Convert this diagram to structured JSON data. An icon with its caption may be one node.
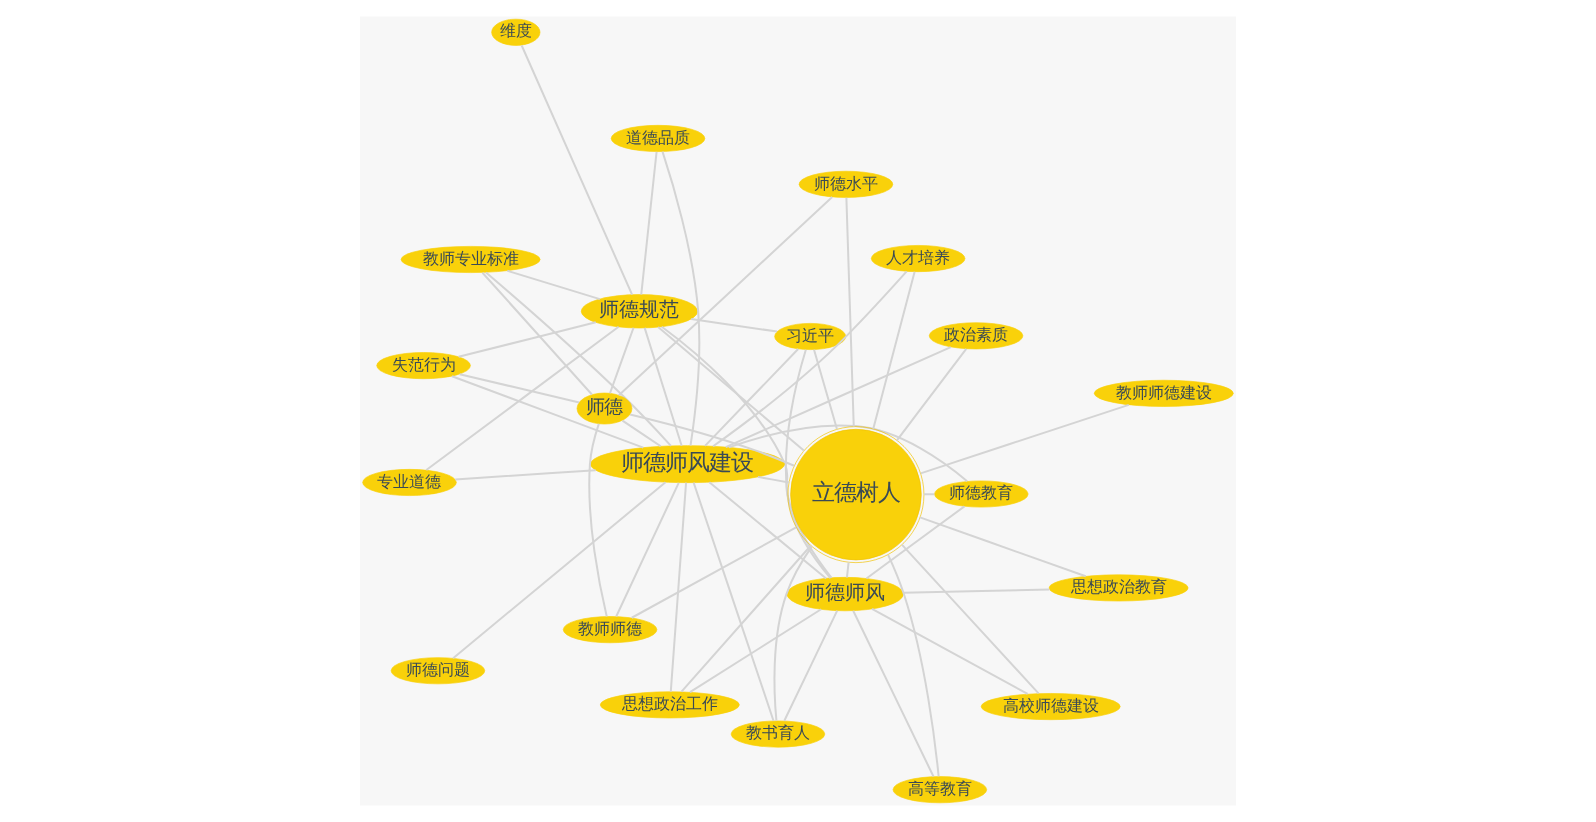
{
  "diagram": {
    "nodes": [
      {
        "text": [
          "师德师风"
        ]
      },
      {
        "text": [
          "师德师风建设"
        ]
      },
      {
        "text": [
          "专业道德"
        ]
      },
      {
        "text": [
          "思想政治工作"
        ]
      },
      {
        "text": [
          "师德教育"
        ]
      },
      {
        "text": [
          "师德问题"
        ]
      },
      {
        "text": [
          "思想政治教育"
        ]
      },
      {
        "text": [
          "教师专业标准"
        ]
      },
      {
        "text": [
          "高等教育"
        ]
      },
      {
        "text": [
          "教书育人"
        ]
      },
      {
        "text": [
          "习近平"
        ]
      },
      {
        "text": [
          "道德品质"
        ]
      },
      {
        "text": [
          "高校师德建设"
        ]
      },
      {
        "text": [
          "人才培养"
        ]
      },
      {
        "text": [
          "政治素质"
        ]
      },
      {
        "text": [
          "维度"
        ]
      },
      {
        "text": [
          "师德规范"
        ]
      },
      {
        "text": [
          "教师师德建设"
        ]
      },
      {
        "text": [
          "师德水平"
        ]
      },
      {
        "text": [
          "失范行为"
        ]
      },
      {
        "text": [
          "师德"
        ]
      },
      {
        "text": [
          "教师师德"
        ]
      },
      {
        "text": [
          "立德树人"
        ]
      }
    ],
    "edges": [
      {
        "from": 22,
        "to": 0,
        "arrow": "none"
      },
      {
        "from": 22,
        "to": 1,
        "arrow": "none"
      },
      {
        "from": 22,
        "to": 3,
        "arrow": "none"
      },
      {
        "from": 22,
        "to": 4,
        "arrow": "none"
      },
      {
        "from": 22,
        "to": 6,
        "arrow": "none"
      },
      {
        "from": 22,
        "to": 8,
        "arrow": "none"
      },
      {
        "from": 22,
        "to": 9,
        "arrow": "none"
      },
      {
        "from": 22,
        "to": 10,
        "arrow": "none"
      },
      {
        "from": 22,
        "to": 12,
        "arrow": "none"
      },
      {
        "from": 22,
        "to": 13,
        "arrow": "none"
      },
      {
        "from": 22,
        "to": 14,
        "arrow": "none"
      },
      {
        "from": 22,
        "to": 16,
        "arrow": "none"
      },
      {
        "from": 22,
        "to": 17,
        "arrow": "none"
      },
      {
        "from": 22,
        "to": 18,
        "arrow": "none"
      },
      {
        "from": 22,
        "to": 20,
        "arrow": "none"
      },
      {
        "from": 22,
        "to": 21,
        "arrow": "none"
      },
      {
        "from": 1,
        "to": 0,
        "arrow": "none"
      },
      {
        "from": 1,
        "to": 2,
        "arrow": "none"
      },
      {
        "from": 1,
        "to": 3,
        "arrow": "none"
      },
      {
        "from": 1,
        "to": 4,
        "arrow": "none"
      },
      {
        "from": 1,
        "to": 5,
        "arrow": "none"
      },
      {
        "from": 1,
        "to": 7,
        "arrow": "none"
      },
      {
        "from": 1,
        "to": 9,
        "arrow": "none"
      },
      {
        "from": 1,
        "to": 10,
        "arrow": "none"
      },
      {
        "from": 1,
        "to": 11,
        "arrow": "none"
      },
      {
        "from": 1,
        "to": 13,
        "arrow": "none"
      },
      {
        "from": 1,
        "to": 14,
        "arrow": "none"
      },
      {
        "from": 1,
        "to": 16,
        "arrow": "none"
      },
      {
        "from": 1,
        "to": 19,
        "arrow": "none"
      },
      {
        "from": 1,
        "to": 20,
        "arrow": "none"
      },
      {
        "from": 1,
        "to": 21,
        "arrow": "none"
      },
      {
        "from": 0,
        "to": 3,
        "arrow": "none"
      },
      {
        "from": 0,
        "to": 4,
        "arrow": "none"
      },
      {
        "from": 0,
        "to": 6,
        "arrow": "none"
      },
      {
        "from": 0,
        "to": 8,
        "arrow": "none"
      },
      {
        "from": 0,
        "to": 9,
        "arrow": "none"
      },
      {
        "from": 0,
        "to": 10,
        "arrow": "none"
      },
      {
        "from": 0,
        "to": 12,
        "arrow": "none"
      },
      {
        "from": 0,
        "to": 16,
        "arrow": "none"
      },
      {
        "from": 16,
        "to": 2,
        "arrow": "none"
      },
      {
        "from": 16,
        "to": 7,
        "arrow": "none"
      },
      {
        "from": 16,
        "to": 10,
        "arrow": "none"
      },
      {
        "from": 16,
        "to": 11,
        "arrow": "none"
      },
      {
        "from": 16,
        "to": 15,
        "arrow": "none"
      },
      {
        "from": 16,
        "to": 19,
        "arrow": "none"
      },
      {
        "from": 16,
        "to": 20,
        "arrow": "none"
      },
      {
        "from": 20,
        "to": 7,
        "arrow": "none"
      },
      {
        "from": 20,
        "to": 18,
        "arrow": "none"
      },
      {
        "from": 20,
        "to": 19,
        "arrow": "none"
      },
      {
        "from": 20,
        "to": 21,
        "arrow": "none"
      }
    ]
  }
}
